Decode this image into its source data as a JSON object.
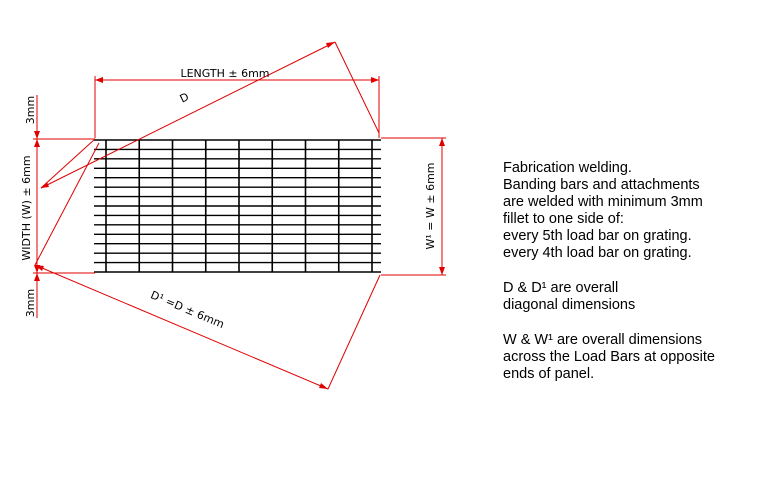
{
  "diagram": {
    "labels": {
      "length": "LENGTH ± 6mm",
      "diagonal": "D",
      "diagonal_prime": "D¹ =D ± 6mm",
      "width": "WIDTH (W) ± 6mm",
      "width_prime": "W¹ = W ± 6mm",
      "top_tolerance": "3mm",
      "bottom_tolerance": "3mm"
    },
    "grating": {
      "load_bars": 15,
      "cross_bars": 9
    },
    "colors": {
      "dimension": "#e00000",
      "grating": "#000000"
    }
  },
  "notes": [
    {
      "lines": [
        "Fabrication welding.",
        "Banding bars and attachments",
        "are welded with minimum 3mm",
        "fillet to one side of:",
        "every 5th load bar on grating.",
        "every 4th load bar on grating."
      ]
    },
    {
      "lines": [
        "D & D¹ are overall",
        "diagonal dimensions"
      ]
    },
    {
      "lines": [
        "W & W¹ are overall dimensions",
        "across the Load Bars at opposite",
        "ends of panel."
      ]
    }
  ]
}
